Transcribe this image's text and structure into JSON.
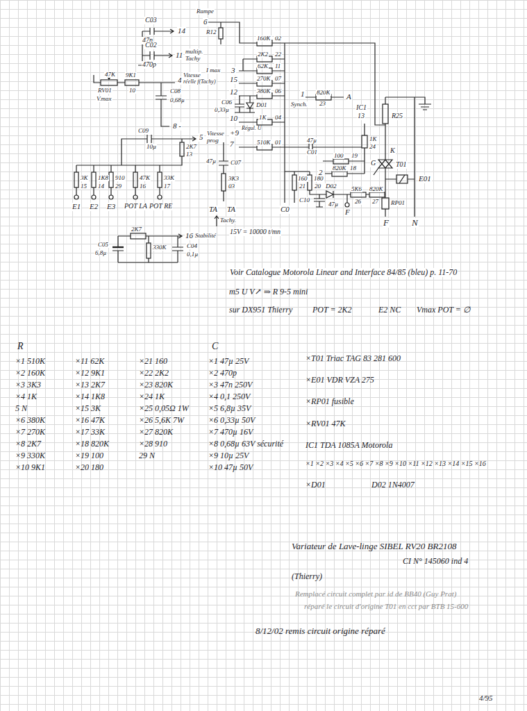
{
  "diagram": {
    "labels": [
      "C03",
      "47n",
      "14",
      "Rampe",
      "6",
      "C02",
      "470p",
      "11",
      "multip.",
      "Tachy",
      "160K",
      "02",
      "R12",
      "3",
      "I max",
      "2K2",
      "22",
      "62K",
      "11",
      "4",
      "Vitesse",
      "réelle f(Tachy)",
      "9K1",
      "10",
      "RV01",
      "47K",
      "V.max",
      "15",
      "270K",
      "07",
      "12",
      "C06",
      "0,33µ",
      "D01",
      "380K",
      "06",
      "C08",
      "0,68µ",
      "8 -",
      "1",
      "Synch.",
      "820K",
      "23",
      "A",
      "IC1",
      "13",
      "10",
      "Régul. U",
      "1K",
      "04",
      "+9",
      "C09",
      "10µ",
      "5",
      "Vitesse",
      "prog",
      "2K7",
      "13",
      "7",
      "510K",
      "01",
      "47µ",
      "C01",
      "R25",
      "1K",
      "24",
      "100",
      "19",
      "2",
      "820K",
      "18",
      "160",
      "21",
      "180",
      "20",
      "D02",
      "5K6",
      "26",
      "820K",
      "27",
      "C10",
      "47µ",
      "F",
      "G",
      "K",
      "T01",
      "E01",
      "RP01",
      "F",
      "N",
      "C0",
      "47µ",
      "C07",
      "3K3",
      "03",
      "TA",
      "TA",
      "Tachy.",
      "15V = 10000 t/mn",
      "3K",
      "1K8",
      "910",
      "47K",
      "33K",
      "15",
      "14",
      "29",
      "16",
      "17",
      "E1",
      "E2",
      "E3",
      "POT LA",
      "POT RE",
      "2K7",
      "16",
      "Stabilité",
      "C05",
      "6,8µ",
      "330K",
      "C04",
      "0,1µ",
      "Voir Catalogue Motorola Linear and Interface 84/85 (bleu) p. 11-70",
      "m5 U V↗ ⇒ R 9-5 mini",
      "sur DX951 Thierry",
      "POT = 2K2",
      "E2 NC",
      "Vmax POT = ∅",
      "R",
      "C",
      "×1 510K",
      "×2 160K",
      "×3 3K3",
      "×4 1K",
      "5 N",
      "×6 380K",
      "×7 270K",
      "×8 2K7",
      "×9 330K",
      "×10 9K1",
      "×11 62K",
      "×12 9K1",
      "×13 2K7",
      "×14 1K8",
      "×15 3K",
      "×16 47K",
      "×17 33K",
      "×18 820K",
      "×19 100",
      "×20 180",
      "×21 160",
      "×22 2K2",
      "×23 820K",
      "×24 1K",
      "×25 0,05Ω 1W",
      "×26 5,6K 7W",
      "×27 820K",
      "×28 910",
      "29 N",
      "×1 47µ 25V",
      "×2 470p",
      "×3 47n 250V",
      "×4 0,1 250V",
      "×5 6,8µ 35V",
      "×6 0,33µ 50V",
      "×7 470µ 16V",
      "×8 0,68µ 63V sécurité",
      "×9 10µ 25V",
      "×10 47µ 50V",
      "×T01 Triac TAG 83 281 600",
      "×E01 VDR VZA 275",
      "×RP01 fusible",
      "×RV01 47K",
      "IC1 TDA 1085A Motorola",
      "×1 ×2 ×3 ×4 ×5 ×6 ×7 ×8 ×9 ×10 ×11 ×12 ×13 ×14 ×15 ×16",
      "×D01",
      "D02 1N4007",
      "Variateur de Lave-linge SIBEL RV20 BR2108",
      "CI N° 145060 ind 4",
      "(Thierry)",
      "Remplacé circuit complet par id de BB40 (Guy Prat)",
      "réparé le circuit d'origine T01 en cct par BTB 15-600",
      "8/12/02 remis circuit origine réparé",
      "4/95"
    ]
  }
}
